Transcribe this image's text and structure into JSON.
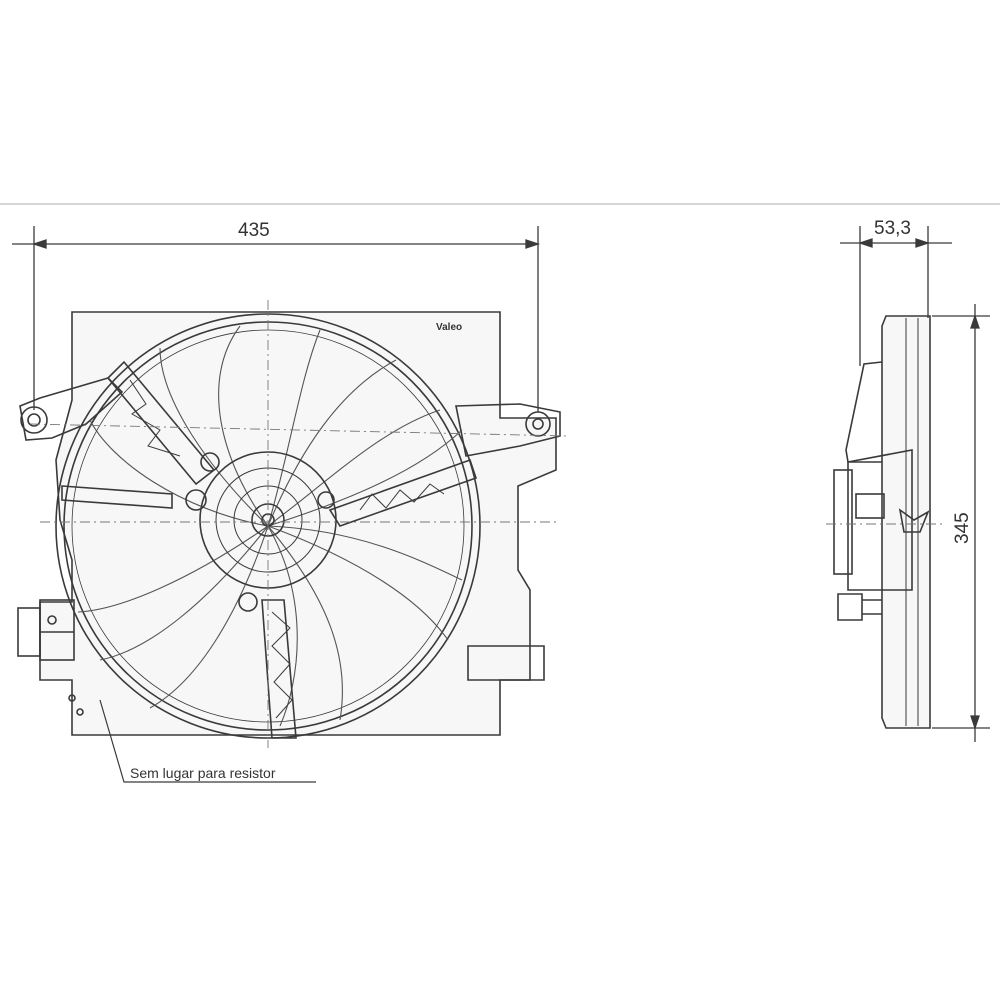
{
  "dimensions": {
    "front_width": "435",
    "side_depth": "53,3",
    "side_height": "345"
  },
  "annotations": {
    "resistor_note": "Sem lugar para resistor",
    "brand_mark": "Valeo"
  },
  "colors": {
    "line": "#3a3a3a",
    "frame_fill": "#f7f7f7",
    "background": "#ffffff",
    "separator": "#c8c8c8"
  }
}
